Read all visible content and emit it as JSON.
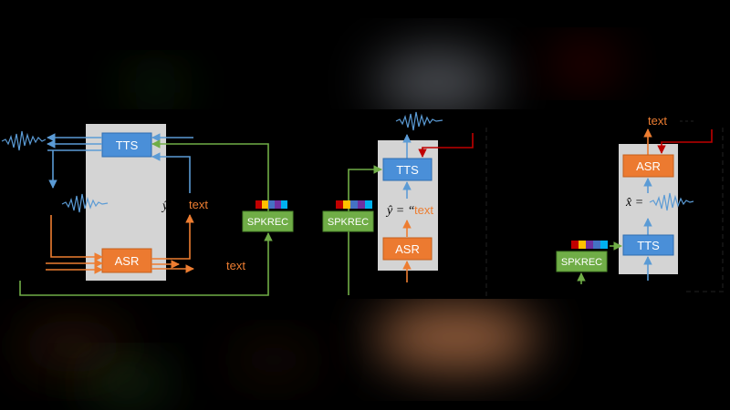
{
  "colors": {
    "tts": "#4a8fd8",
    "asr": "#ec7a30",
    "spkrec": "#70ad47",
    "feedback": "#c00000",
    "panel": "#d4d4d4",
    "arrow_blue": "#5b9bd5",
    "arrow_orange": "#ed7d31",
    "arrow_green": "#70ad47",
    "text_orange": "#ed7d31",
    "embedding": [
      "#c00000",
      "#ffc000",
      "#4472c4",
      "#7030a0",
      "#00b0f0"
    ]
  },
  "blocks": {
    "tts": "TTS",
    "asr": "ASR",
    "spkrec": "SPKREC"
  },
  "labels": {
    "text": "text",
    "y_hat": "ŷ",
    "y_hat_eq": "ŷ = “",
    "x_hat_eq": "x̂ ="
  },
  "icons": [
    "waveform-icon",
    "speaker-embedding-icon"
  ]
}
